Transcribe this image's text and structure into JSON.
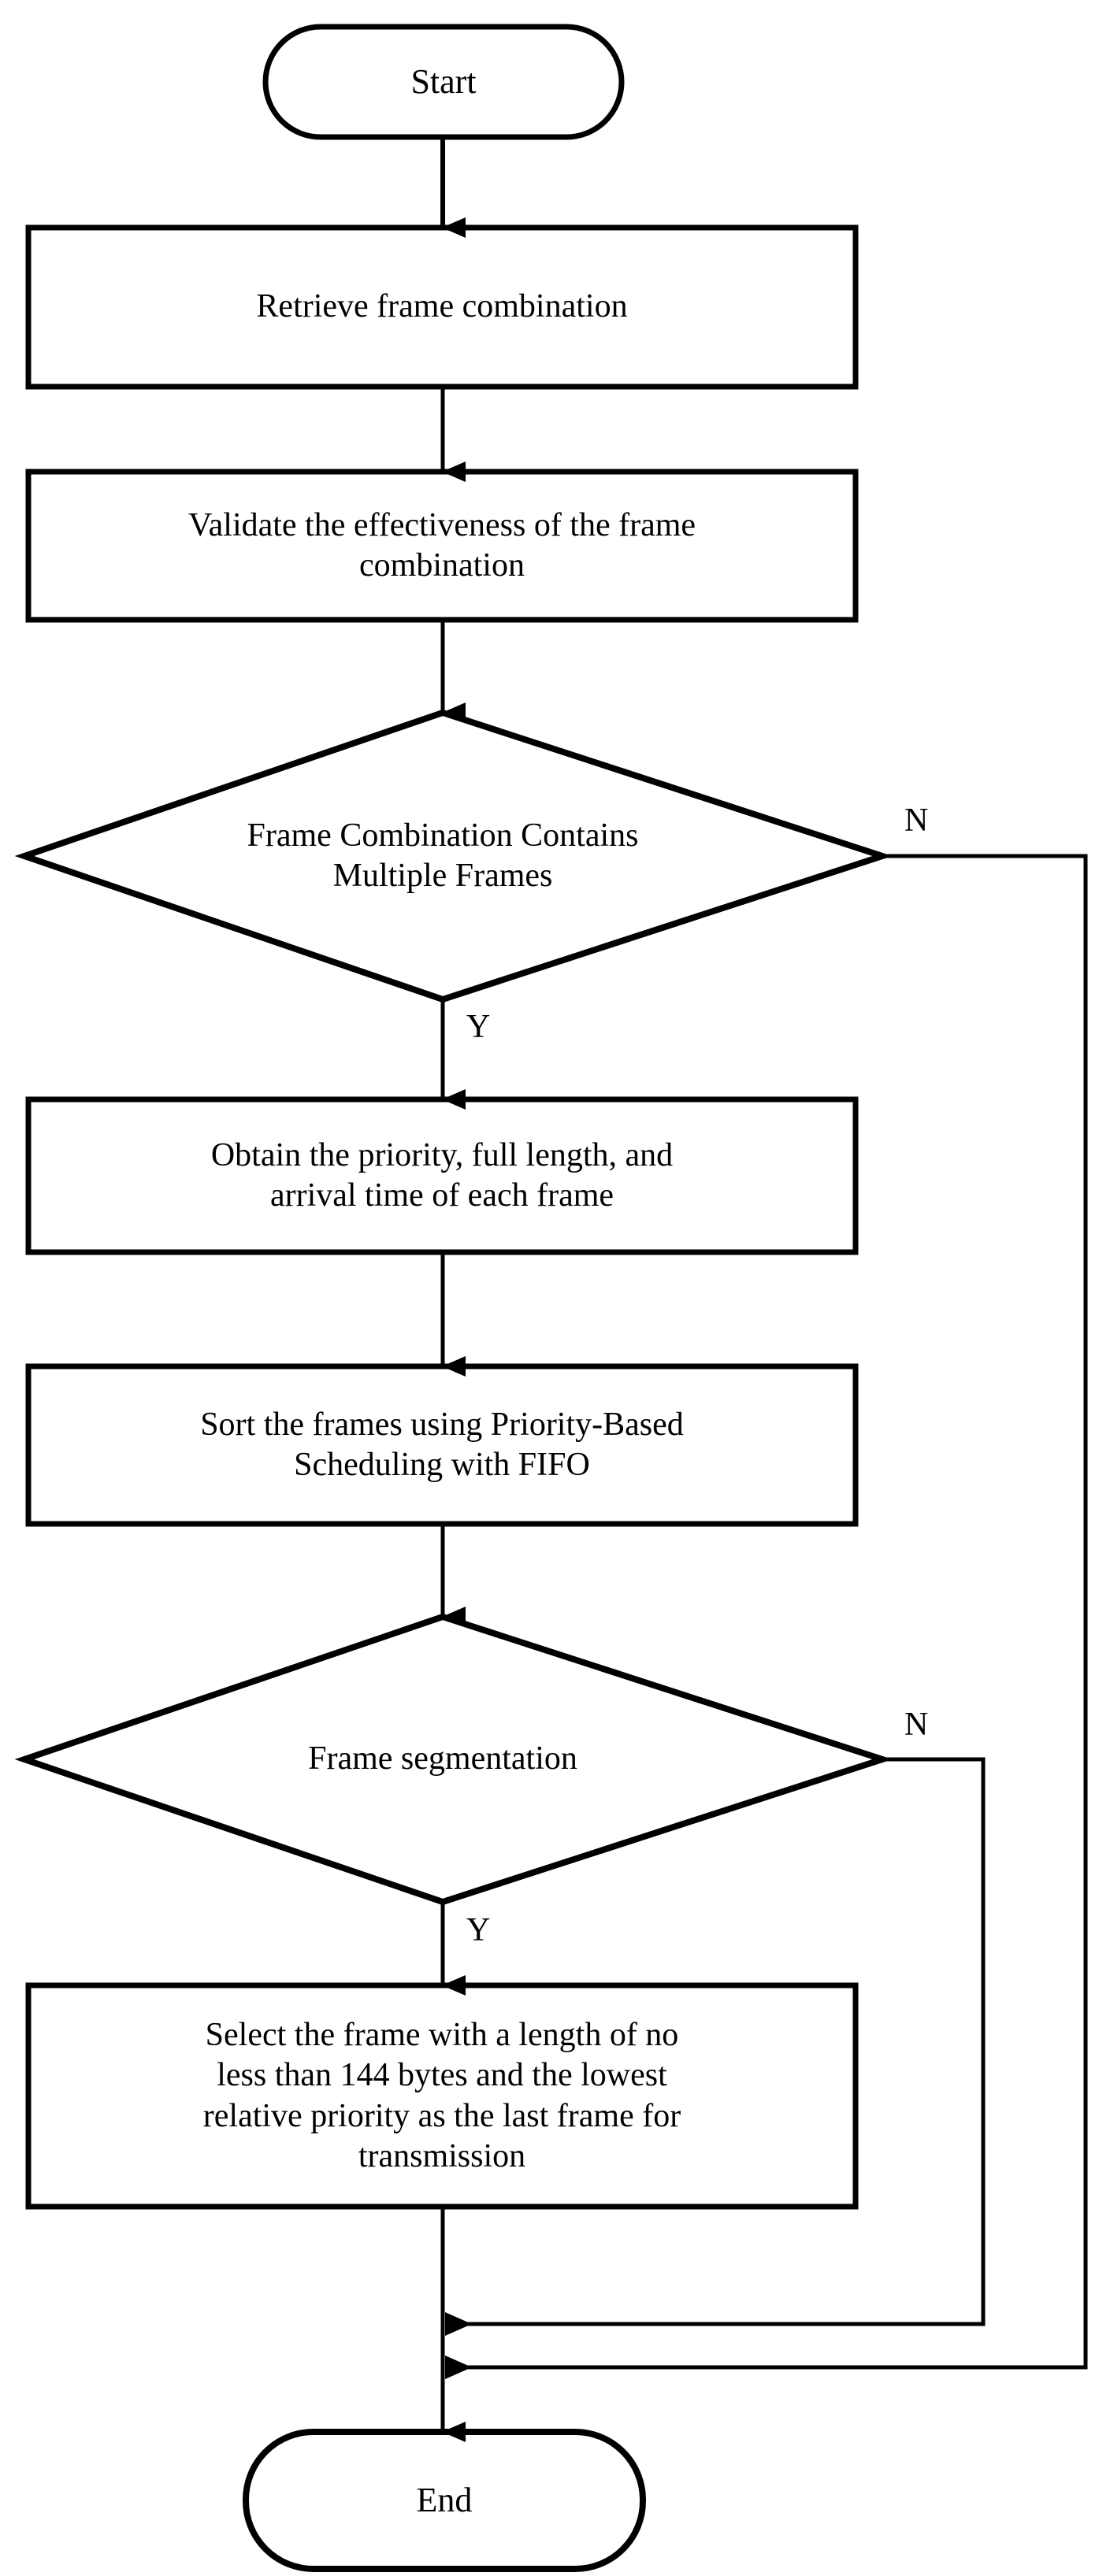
{
  "diagram": {
    "type": "flowchart",
    "title": "Frame combination scheduling flowchart",
    "orientation": "top-to-bottom",
    "background_color": "#ffffff",
    "stroke_color": "#000000",
    "text_color": "#000000"
  },
  "nodes": {
    "start": {
      "label": "Start",
      "shape": "terminal-rounded"
    },
    "retrieve": {
      "label": "Retrieve frame combination",
      "shape": "process-rect"
    },
    "validate": {
      "label": "Validate the effectiveness of the frame\ncombination",
      "shape": "process-rect"
    },
    "decision_multiple": {
      "label": "Frame Combination Contains\nMultiple Frames",
      "shape": "decision-diamond"
    },
    "obtain": {
      "label": "Obtain the priority, full length, and\narrival time of each frame",
      "shape": "process-rect"
    },
    "sort": {
      "label": "Sort the frames using Priority-Based\nScheduling with FIFO",
      "shape": "process-rect"
    },
    "decision_segmentation": {
      "label": "Frame segmentation",
      "shape": "decision-diamond"
    },
    "select": {
      "label": "Select the frame with a length of no\nless than 144 bytes and the lowest\nrelative priority as the last frame for\ntransmission",
      "shape": "process-rect"
    },
    "end": {
      "label": "End",
      "shape": "terminal-rounded"
    }
  },
  "branch_labels": {
    "decision_multiple_no": "N",
    "decision_multiple_yes": "Y",
    "decision_segmentation_no": "N",
    "decision_segmentation_yes": "Y"
  },
  "edges": [
    {
      "from": "start",
      "to": "retrieve",
      "label": ""
    },
    {
      "from": "retrieve",
      "to": "validate",
      "label": ""
    },
    {
      "from": "validate",
      "to": "decision_multiple",
      "label": ""
    },
    {
      "from": "decision_multiple",
      "to": "obtain",
      "label": "Y"
    },
    {
      "from": "decision_multiple",
      "to": "end",
      "label": "N"
    },
    {
      "from": "obtain",
      "to": "sort",
      "label": ""
    },
    {
      "from": "sort",
      "to": "decision_segmentation",
      "label": ""
    },
    {
      "from": "decision_segmentation",
      "to": "select",
      "label": "Y"
    },
    {
      "from": "decision_segmentation",
      "to": "end",
      "label": "N"
    },
    {
      "from": "select",
      "to": "end",
      "label": ""
    }
  ]
}
